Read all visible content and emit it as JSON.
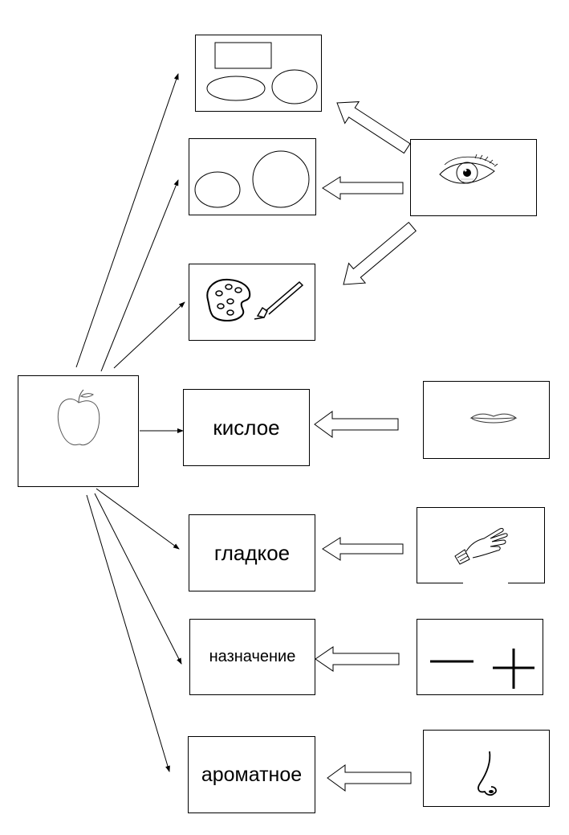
{
  "center": {
    "icon": "apple-icon"
  },
  "attributes": [
    {
      "label": "",
      "icon": "shapes-rect-ovals-icon",
      "sense_icon": "eye-icon"
    },
    {
      "label": "",
      "icon": "shapes-circles-icon",
      "sense_icon": "eye-icon"
    },
    {
      "label": "",
      "icon": "palette-brush-icon",
      "sense_icon": "eye-icon"
    },
    {
      "label": "кислое",
      "sense_icon": "lips-icon"
    },
    {
      "label": "гладкое",
      "sense_icon": "hand-icon"
    },
    {
      "label": "назначение",
      "sense_icon": "minus-plus-icon"
    },
    {
      "label": "ароматное",
      "sense_icon": "nose-icon"
    }
  ],
  "colors": {
    "line": "#000000",
    "background": "#ffffff"
  }
}
